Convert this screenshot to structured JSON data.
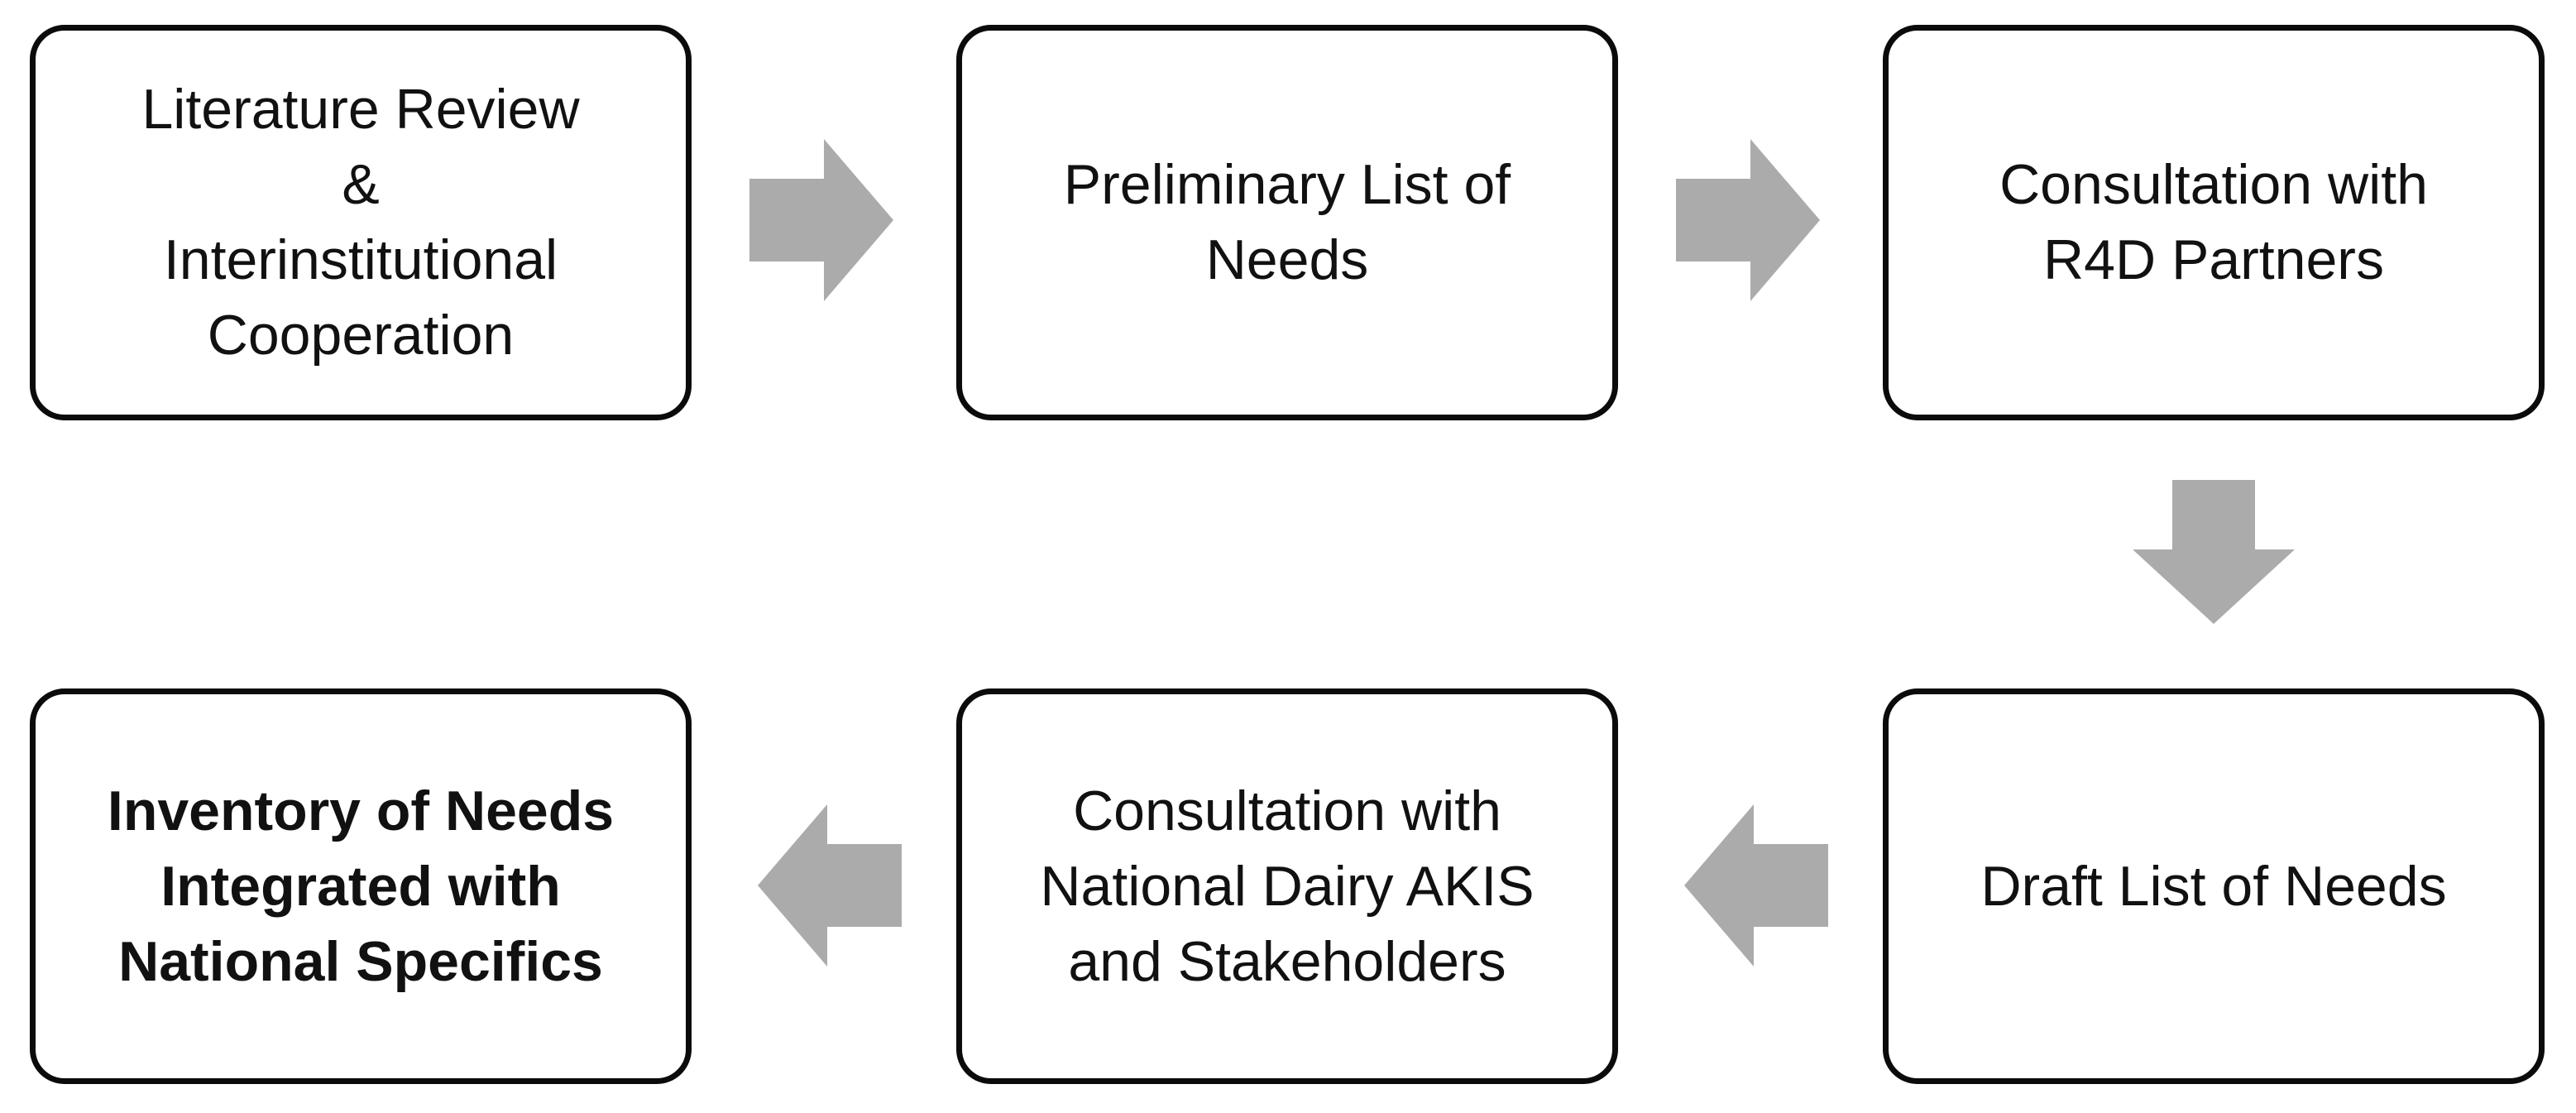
{
  "flow": {
    "steps": [
      {
        "lines": [
          "Literature Review",
          "&",
          "Interinstitutional",
          "Cooperation"
        ]
      },
      {
        "lines": [
          "Preliminary List of",
          "Needs"
        ]
      },
      {
        "lines": [
          "Consultation with",
          "R4D Partners"
        ]
      },
      {
        "lines": [
          "Draft List of Needs"
        ]
      },
      {
        "lines": [
          "Consultation with",
          "National Dairy AKIS",
          "and Stakeholders"
        ]
      },
      {
        "lines": [
          "Inventory of Needs",
          "Integrated with",
          "National Specifics"
        ]
      }
    ],
    "arrows": [
      {
        "from": 0,
        "to": 1,
        "direction": "right"
      },
      {
        "from": 1,
        "to": 2,
        "direction": "right"
      },
      {
        "from": 2,
        "to": 3,
        "direction": "down"
      },
      {
        "from": 3,
        "to": 4,
        "direction": "left"
      },
      {
        "from": 4,
        "to": 5,
        "direction": "left"
      }
    ]
  },
  "colors": {
    "box_border": "#0b0b0b",
    "arrow_fill": "#ababab",
    "text": "#111111",
    "background": "#ffffff"
  }
}
